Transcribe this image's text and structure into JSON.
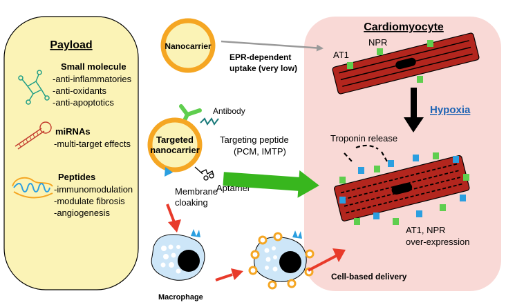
{
  "payload": {
    "title": "Payload",
    "small_molecule": {
      "heading": "Small molecule",
      "items": [
        "-anti-inflammatories",
        "-anti-oxidants",
        "-anti-apoptotics"
      ]
    },
    "mirnas": {
      "heading": "miRNAs",
      "items": [
        "-multi-target effects"
      ]
    },
    "peptides": {
      "heading": "Peptides",
      "items": [
        "-immunomodulation",
        "-modulate fibrosis",
        "-angiogenesis"
      ]
    }
  },
  "nanocarrier": {
    "label": "Nanocarrier"
  },
  "epr": {
    "line1": "EPR-dependent",
    "line2": "uptake (very low)"
  },
  "targeted": {
    "line1": "Targeted",
    "line2": "nanocarrier",
    "antibody": "Antibody",
    "peptide_line1": "Targeting peptide",
    "peptide_line2": "(PCM, IMTP)",
    "aptamer": "Aptamer",
    "cloaking_line1": "Membrane",
    "cloaking_line2": "cloaking"
  },
  "cardiomyocyte": {
    "title": "Cardiomyocyte",
    "at1": "AT1",
    "npr": "NPR",
    "hypoxia": "Hypoxia",
    "troponin": "Troponin release",
    "over_line1": "AT1, NPR",
    "over_line2": "over-expression"
  },
  "macrophage": {
    "label": "Macrophage"
  },
  "cell_delivery": "Cell-based delivery",
  "colors": {
    "payload_bg": "#fbf3b6",
    "cardio_bg": "#f9d9d6",
    "carrier_ring": "#f5a623",
    "cell_red": "#b3261e",
    "receptor_green": "#5fce4e",
    "receptor_blue": "#2b9fe0",
    "arrow_red": "#e83a2a",
    "arrow_green": "#38b61e",
    "hypoxia_blue": "#1f64b4"
  }
}
